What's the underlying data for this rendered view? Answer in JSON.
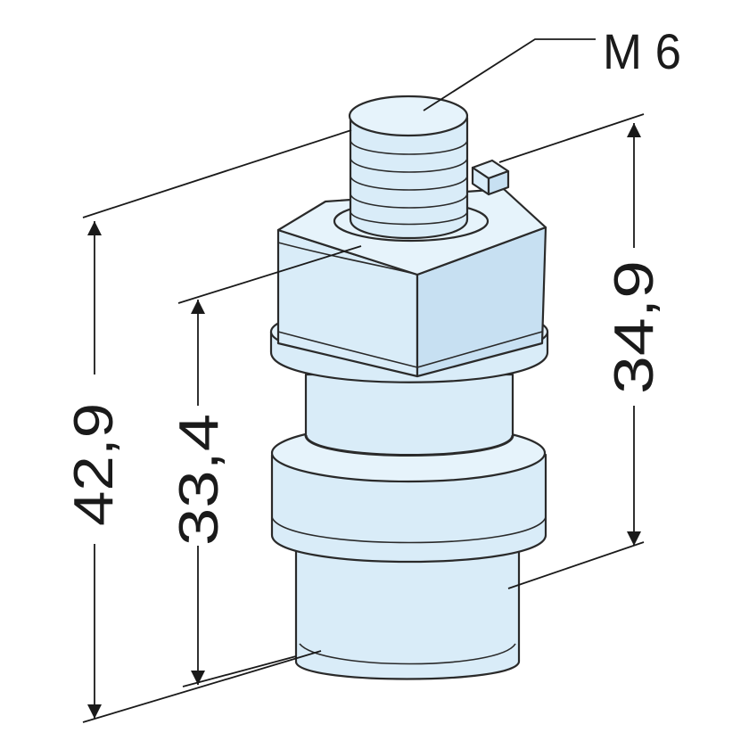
{
  "colors": {
    "body_fill": "#d9ecf8",
    "body_shade": "#c7e0f2",
    "body_light": "#e6f3fb",
    "line": "#2a2a2a",
    "background": "#ffffff"
  },
  "labels": {
    "thread": "M 6",
    "overall_height": "42,9",
    "lower_height": "33,4",
    "right_height": "34,9"
  }
}
